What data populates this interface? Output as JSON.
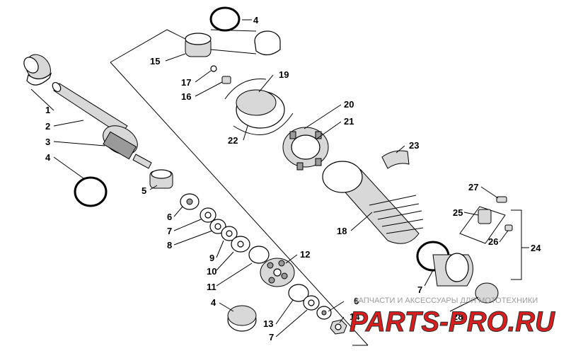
{
  "labels": {
    "p1": "1",
    "p2": "2",
    "p3": "3",
    "p4a": "4",
    "p4b": "4",
    "p4c": "4",
    "p5": "5",
    "p6a": "6",
    "p6b": "6",
    "p7a": "7",
    "p7b": "7",
    "p7c": "7",
    "p8": "8",
    "p9": "9",
    "p10": "10",
    "p11": "11",
    "p12": "12",
    "p13": "13",
    "p14": "14",
    "p15": "15",
    "p16": "16",
    "p17": "17",
    "p18": "18",
    "p19": "19",
    "p20": "20",
    "p21": "21",
    "p22": "22",
    "p23": "23",
    "p24": "24",
    "p25": "25",
    "p26": "26",
    "p27": "27",
    "p28": "28"
  },
  "watermark": {
    "tagline": "ЗАПЧАСТИ И АКСЕССУАРЫ ДЛЯ МОТОТЕХНИКИ",
    "brand": "PARTS-PRO.RU"
  },
  "colors": {
    "watermark_red": "#d81e1e",
    "watermark_dark": "#2a2a2a"
  }
}
